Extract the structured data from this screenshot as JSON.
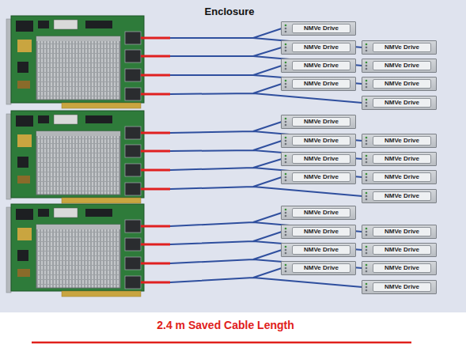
{
  "diagram": {
    "caption": "2.4 m Saved Cable Length",
    "nodes": [
      {
        "text": [
          "Enclosure"
        ]
      },
      {
        "text": [
          "NMVe Drive"
        ],
        "in": 0
      },
      {
        "text": [
          "NMVe Drive"
        ],
        "in": 0
      },
      {
        "text": [
          "NMVe Drive"
        ],
        "in": 0
      },
      {
        "text": [
          "NMVe Drive"
        ],
        "in": 0
      },
      {
        "text": [
          "NMVe Drive"
        ],
        "in": 0
      },
      {
        "text": [
          "NMVe Drive"
        ],
        "in": 0
      },
      {
        "text": [
          "NMVe Drive"
        ],
        "in": 0
      },
      {
        "text": [
          "NMVe Drive"
        ],
        "in": 0
      },
      {
        "text": [
          "NMVe Drive"
        ],
        "in": 0
      },
      {
        "text": [
          "NMVe Drive"
        ],
        "in": 0
      },
      {
        "text": [
          "NMVe Drive"
        ],
        "in": 0
      },
      {
        "text": [
          "NMVe Drive"
        ],
        "in": 0
      },
      {
        "text": [
          "NMVe Drive"
        ],
        "in": 0
      },
      {
        "text": [
          "NMVe Drive"
        ],
        "in": 0
      },
      {
        "text": [
          "NMVe Drive"
        ],
        "in": 0
      },
      {
        "text": [
          "NMVe Drive"
        ],
        "in": 0
      },
      {
        "text": [
          "NMVe Drive"
        ],
        "in": 0
      },
      {
        "text": [
          "NMVe Drive"
        ],
        "in": 0
      },
      {
        "text": [
          "NMVe Drive"
        ],
        "in": 0
      },
      {
        "text": [
          "NMVe Drive"
        ],
        "in": 0
      },
      {
        "text": [
          "NMVe Drive"
        ],
        "in": 0
      },
      {
        "text": [
          "NMVe Drive"
        ],
        "in": 0
      },
      {
        "text": [
          "NMVe Drive"
        ],
        "in": 0
      },
      {
        "text": [
          "NMVe Drive"
        ],
        "in": 0
      }
    ]
  }
}
